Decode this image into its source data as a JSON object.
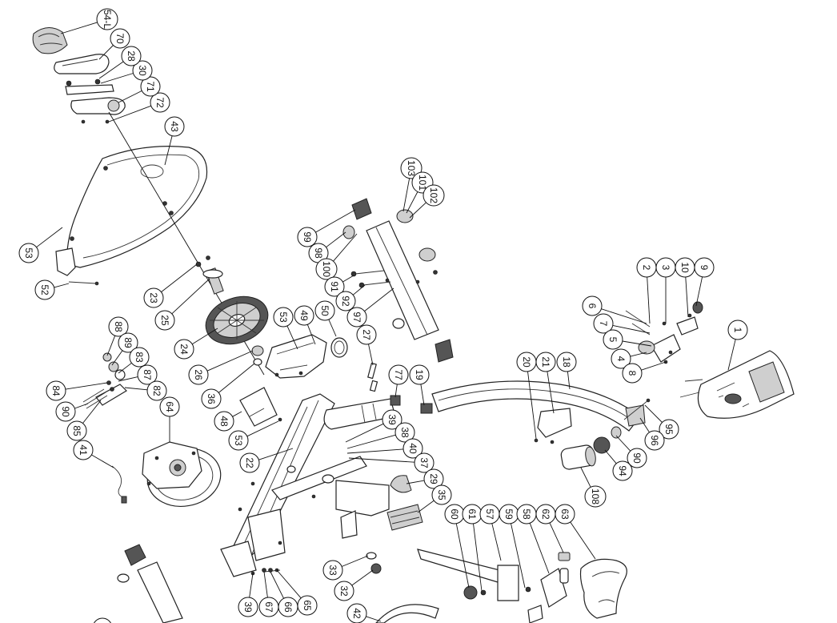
{
  "diagram": {
    "callouts": [
      {
        "id": "c-1",
        "text": "1"
      },
      {
        "id": "c-2",
        "text": "2"
      },
      {
        "id": "c-3",
        "text": "3"
      },
      {
        "id": "c-10",
        "text": "10"
      },
      {
        "id": "c-9",
        "text": "9"
      },
      {
        "id": "c-6",
        "text": "6"
      },
      {
        "id": "c-7",
        "text": "7"
      },
      {
        "id": "c-5",
        "text": "5"
      },
      {
        "id": "c-4",
        "text": "4"
      },
      {
        "id": "c-8",
        "text": "8"
      },
      {
        "id": "c-20",
        "text": "20"
      },
      {
        "id": "c-21",
        "text": "21"
      },
      {
        "id": "c-18",
        "text": "18"
      },
      {
        "id": "c-95",
        "text": "95"
      },
      {
        "id": "c-96",
        "text": "96"
      },
      {
        "id": "c-90",
        "text": "90"
      },
      {
        "id": "c-94",
        "text": "94"
      },
      {
        "id": "c-108",
        "text": "108"
      },
      {
        "id": "c-19",
        "text": "19"
      },
      {
        "id": "c-77",
        "text": "77"
      },
      {
        "id": "c-27",
        "text": "27"
      },
      {
        "id": "c-103",
        "text": "103"
      },
      {
        "id": "c-101",
        "text": "101"
      },
      {
        "id": "c-102",
        "text": "102"
      },
      {
        "id": "c-99",
        "text": "99"
      },
      {
        "id": "c-98",
        "text": "98"
      },
      {
        "id": "c-100",
        "text": "100"
      },
      {
        "id": "c-91",
        "text": "91"
      },
      {
        "id": "c-92",
        "text": "92"
      },
      {
        "id": "c-97",
        "text": "97"
      },
      {
        "id": "c-53a",
        "text": "53"
      },
      {
        "id": "c-49",
        "text": "49"
      },
      {
        "id": "c-50",
        "text": "50"
      },
      {
        "id": "c-26",
        "text": "26"
      },
      {
        "id": "c-36",
        "text": "36"
      },
      {
        "id": "c-48",
        "text": "48"
      },
      {
        "id": "c-53b",
        "text": "53"
      },
      {
        "id": "c-22",
        "text": "22"
      },
      {
        "id": "c-39a",
        "text": "39"
      },
      {
        "id": "c-38",
        "text": "38"
      },
      {
        "id": "c-40",
        "text": "40"
      },
      {
        "id": "c-37",
        "text": "37"
      },
      {
        "id": "c-29",
        "text": "29"
      },
      {
        "id": "c-35",
        "text": "35"
      },
      {
        "id": "c-60",
        "text": "60"
      },
      {
        "id": "c-61",
        "text": "61"
      },
      {
        "id": "c-57",
        "text": "57"
      },
      {
        "id": "c-59",
        "text": "59"
      },
      {
        "id": "c-58",
        "text": "58"
      },
      {
        "id": "c-62",
        "text": "62"
      },
      {
        "id": "c-63",
        "text": "63"
      },
      {
        "id": "c-33",
        "text": "33"
      },
      {
        "id": "c-32",
        "text": "32"
      },
      {
        "id": "c-39b",
        "text": "39"
      },
      {
        "id": "c-67",
        "text": "67"
      },
      {
        "id": "c-66",
        "text": "66"
      },
      {
        "id": "c-65",
        "text": "65"
      },
      {
        "id": "c-42",
        "text": "42"
      },
      {
        "id": "c-41",
        "text": "41"
      },
      {
        "id": "c-64",
        "text": "64"
      },
      {
        "id": "c-84",
        "text": "84"
      },
      {
        "id": "c-90b",
        "text": "90"
      },
      {
        "id": "c-85",
        "text": "85"
      },
      {
        "id": "c-88",
        "text": "88"
      },
      {
        "id": "c-89",
        "text": "89"
      },
      {
        "id": "c-83",
        "text": "83"
      },
      {
        "id": "c-87",
        "text": "87"
      },
      {
        "id": "c-82",
        "text": "82"
      },
      {
        "id": "c-24",
        "text": "24"
      },
      {
        "id": "c-25",
        "text": "25"
      },
      {
        "id": "c-23",
        "text": "23"
      },
      {
        "id": "c-52",
        "text": "52"
      },
      {
        "id": "c-53c",
        "text": "53"
      },
      {
        "id": "c-43",
        "text": "43"
      },
      {
        "id": "c-72",
        "text": "72"
      },
      {
        "id": "c-71",
        "text": "71"
      },
      {
        "id": "c-30",
        "text": "30"
      },
      {
        "id": "c-28",
        "text": "28"
      },
      {
        "id": "c-70",
        "text": "70"
      },
      {
        "id": "c-54L",
        "text": "54-L"
      }
    ]
  }
}
